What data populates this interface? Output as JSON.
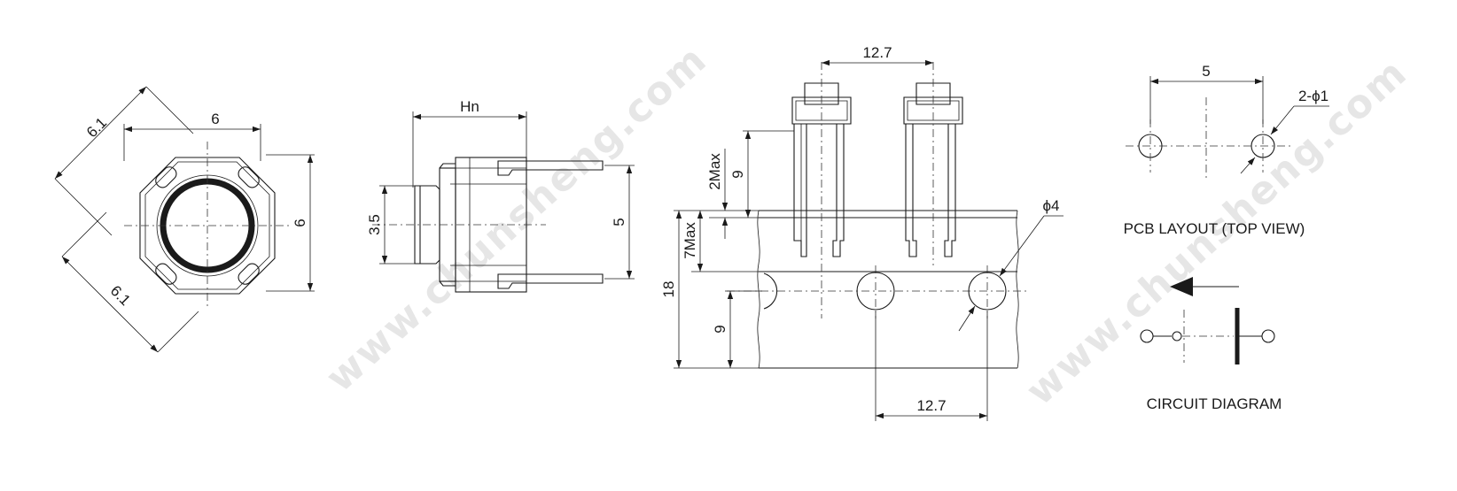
{
  "watermark": "www.chunsheng.com",
  "views": {
    "top": {
      "dim_diag_top": "6.1",
      "dim_width": "6",
      "dim_height": "6",
      "dim_diag_bottom": "6.1"
    },
    "side": {
      "dim_hn": "Hn",
      "dim_3_5": "3.5",
      "dim_5": "5"
    },
    "tape": {
      "dim_pitch_top": "12.7",
      "dim_2max": "2Max",
      "dim_9_upper": "9",
      "dim_7max": "7Max",
      "dim_18": "18",
      "dim_9_lower": "9",
      "dim_phi4": "ϕ4",
      "dim_pitch_bottom": "12.7"
    },
    "pcb": {
      "dim_5": "5",
      "dim_holes": "2-ϕ1",
      "title": "PCB LAYOUT (TOP VIEW)"
    },
    "circuit": {
      "title": "CIRCUIT DIAGRAM"
    }
  }
}
